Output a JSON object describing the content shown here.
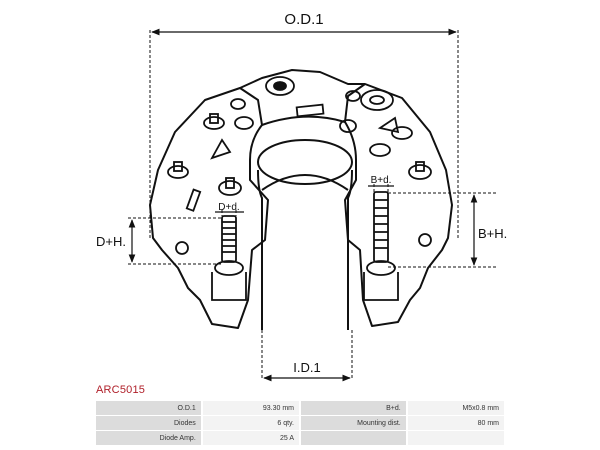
{
  "dimensions": {
    "od": "O.D.1",
    "id": "I.D.1",
    "dh": "D+H.",
    "bh": "B+H.",
    "dd": "D+d.",
    "bd": "B+d."
  },
  "part_code": "ARC5015",
  "specs": [
    {
      "label": "O.D.1",
      "value": "93.30 mm",
      "label2": "B+d.",
      "value2": "M5x0.8 mm"
    },
    {
      "label": "Diodes",
      "value": "6 qty.",
      "label2": "Mounting dist.",
      "value2": "80 mm"
    },
    {
      "label": "Diode Amp.",
      "value": "25 A",
      "label2": "",
      "value2": ""
    }
  ]
}
